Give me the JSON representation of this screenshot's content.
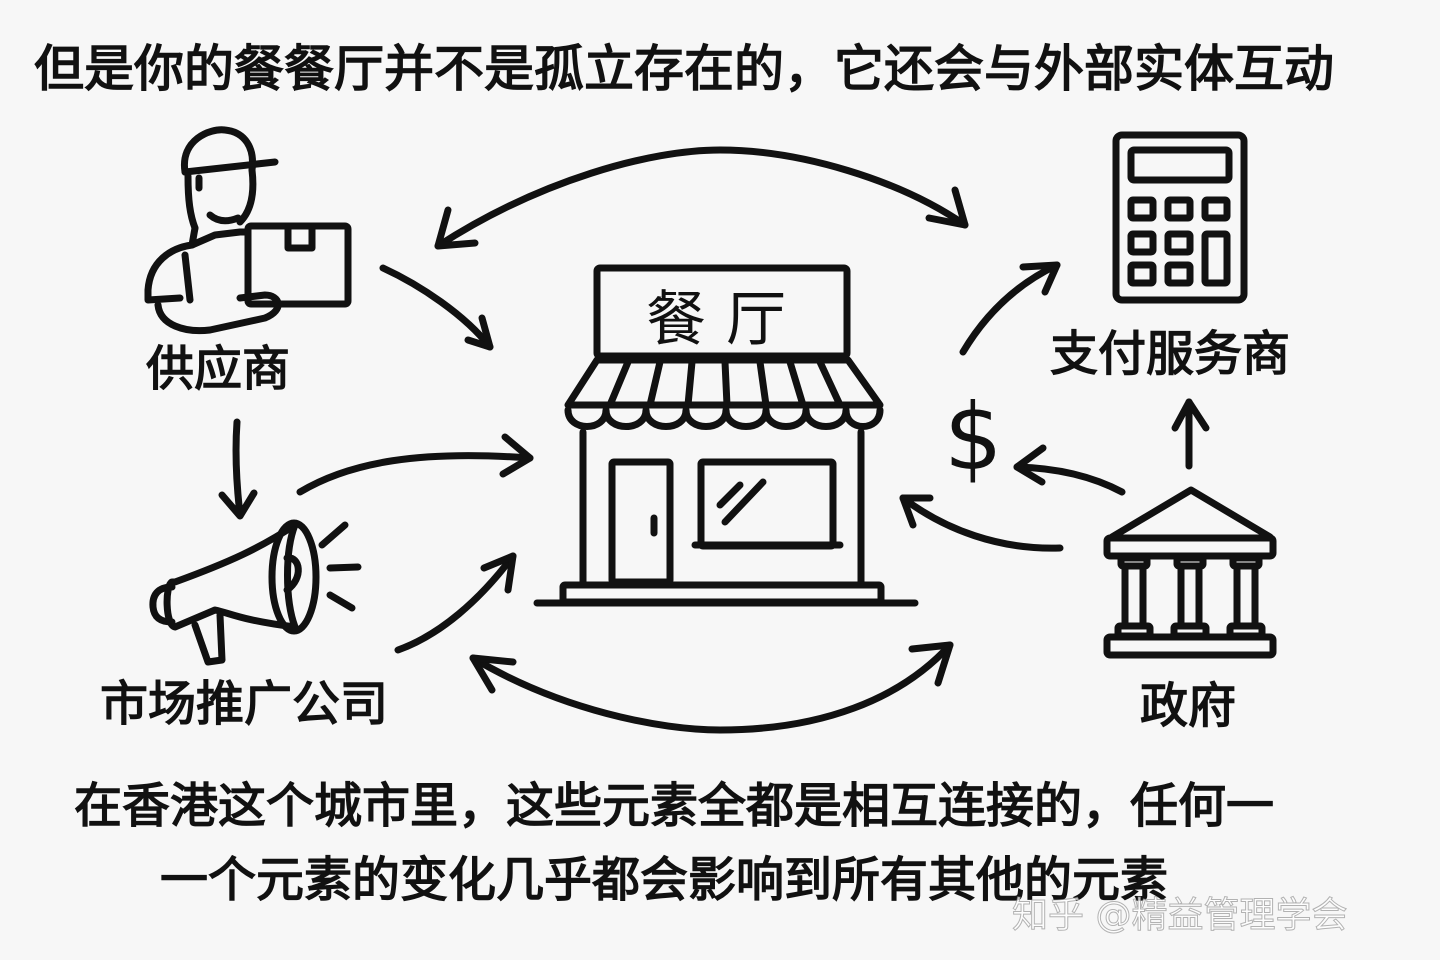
{
  "title": "但是你的餐餐厅并不是孤立存在的，它还会与外部实体互动",
  "center": {
    "sign_text": "餐厅",
    "icon": "storefront-icon"
  },
  "entities": {
    "supplier": {
      "label": "供应商",
      "icon": "delivery-person-icon"
    },
    "marketing": {
      "label": "市场推广公司",
      "icon": "megaphone-icon"
    },
    "payment": {
      "label": "支付服务商",
      "icon": "calculator-icon"
    },
    "government": {
      "label": "政府",
      "icon": "government-building-icon"
    }
  },
  "money_symbol": "$",
  "caption": {
    "line1": "在香港这个城市里，这些元素全都是相互连接的，任何一",
    "line2": "一个元素的变化几乎都会影响到所有其他的元素"
  },
  "watermark": "知乎 @精益管理学会",
  "connections": [
    {
      "from": "supplier",
      "to": "restaurant"
    },
    {
      "from": "supplier",
      "to": "marketing"
    },
    {
      "from": "marketing",
      "to": "restaurant"
    },
    {
      "from": "marketing",
      "to": "restaurant"
    },
    {
      "from": "restaurant",
      "to": "payment"
    },
    {
      "from": "government",
      "to": "restaurant"
    },
    {
      "from": "government",
      "to": "money"
    },
    {
      "from": "government",
      "to": "payment"
    },
    {
      "between": [
        "supplier-side",
        "payment-side"
      ],
      "type": "bidirectional"
    },
    {
      "between": [
        "marketing-side",
        "government-side"
      ],
      "type": "bidirectional"
    }
  ]
}
